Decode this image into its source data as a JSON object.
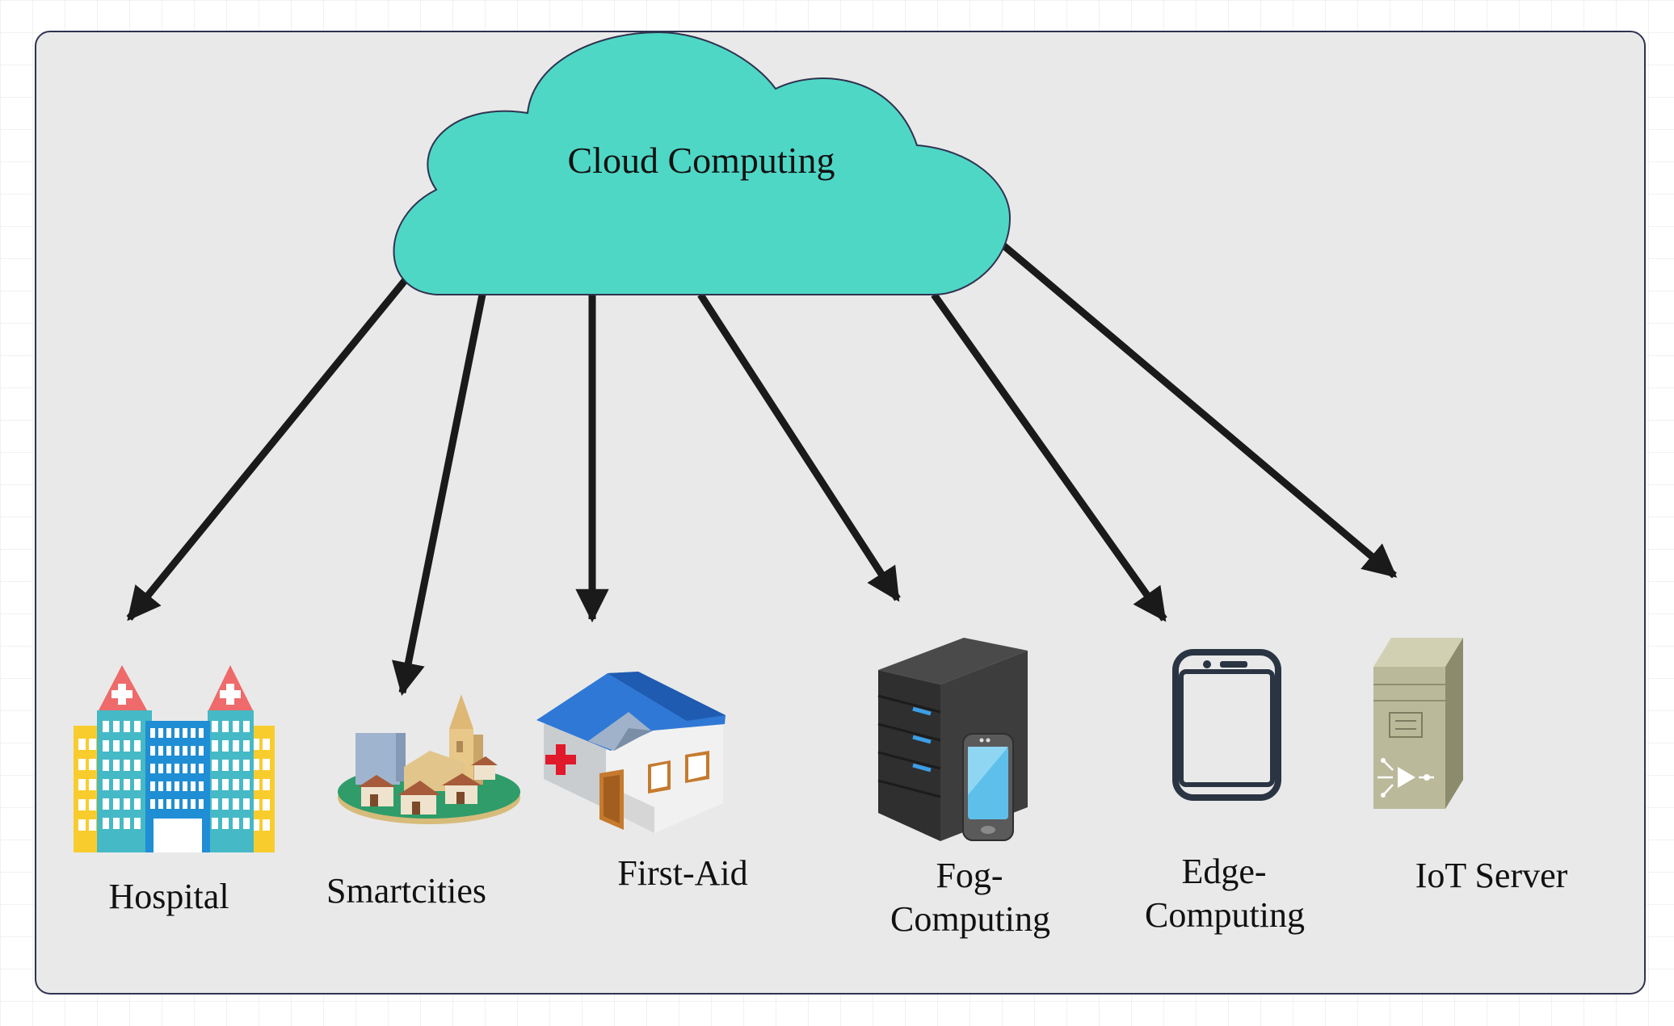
{
  "diagram": {
    "center_node": {
      "label": "Cloud Computing",
      "color": "#4fd7c6"
    },
    "panel_color": "#e9e9e9",
    "arrow_color": "#1a1a1a",
    "nodes": [
      {
        "id": "hospital",
        "label_lines": [
          "Hospital"
        ],
        "icon": "hospital-building-icon"
      },
      {
        "id": "smartcities",
        "label_lines": [
          "Smartcities"
        ],
        "icon": "smart-city-icon"
      },
      {
        "id": "first-aid",
        "label_lines": [
          "First-Aid"
        ],
        "icon": "first-aid-house-icon"
      },
      {
        "id": "fog",
        "label_lines": [
          "Fog-",
          "Computing"
        ],
        "icon": "server-with-phone-icon"
      },
      {
        "id": "edge",
        "label_lines": [
          "Edge-",
          "Computing"
        ],
        "icon": "smartphone-outline-icon"
      },
      {
        "id": "iot",
        "label_lines": [
          "IoT Server"
        ],
        "icon": "server-tower-icon"
      }
    ]
  }
}
